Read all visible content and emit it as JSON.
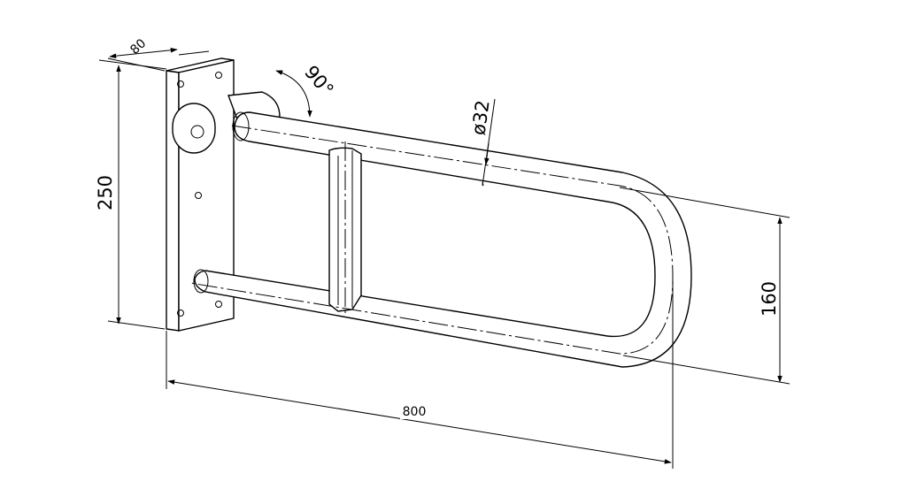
{
  "dimensions": {
    "height": "250",
    "depth": "80",
    "rotation": "90°",
    "diameter": "ø32",
    "spacing": "160",
    "length": "800"
  },
  "colors": {
    "line": "#000000",
    "background": "#ffffff"
  }
}
